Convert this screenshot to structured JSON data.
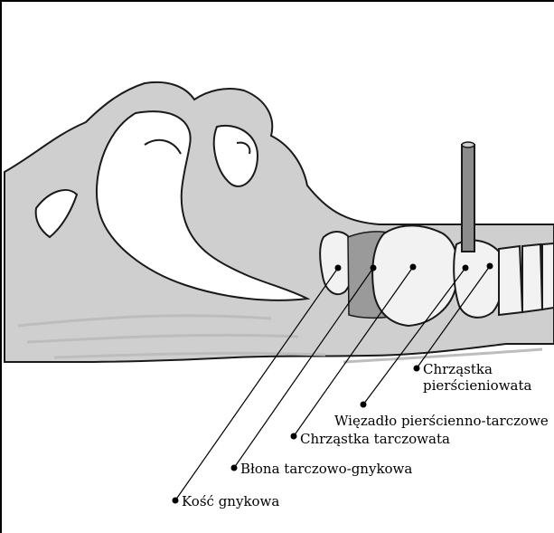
{
  "labels": {
    "cricoid_line1": "Chrząstka",
    "cricoid_line2": "pierścieniowata",
    "cricothyroid_ligament": "Więzadło pierścienno-tarczowe",
    "thyroid_cartilage": "Chrząstka tarczowata",
    "thyrohyoid_membrane": "Błona tarczowo-gnykowa",
    "hyoid_bone": "Kość gnykowa"
  },
  "colors": {
    "skin": "#cfcfcf",
    "outline": "#1a1a1a",
    "cartilage": "#f2f2f2",
    "membrane": "#9a9a9a",
    "needle": "#8c8c8c"
  }
}
